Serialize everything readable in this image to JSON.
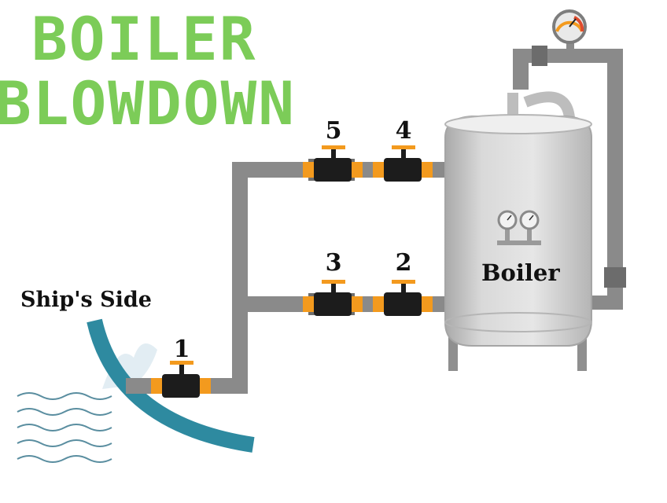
{
  "title": {
    "line1": "BOILER",
    "line2": "BLOWDOWN"
  },
  "labels": {
    "boiler": "Boiler",
    "ships_side": "Ship's Side"
  },
  "valves": [
    {
      "number": "1"
    },
    {
      "number": "2"
    },
    {
      "number": "3"
    },
    {
      "number": "4"
    },
    {
      "number": "5"
    }
  ],
  "colors": {
    "title_green": "#7ccc58",
    "pipe_gray": "#8a8a8a",
    "valve_orange": "#f39a1e",
    "valve_body": "#1c1c1c",
    "hull_teal": "#2e8aa0",
    "boiler_shell": "#cfcfcf"
  }
}
